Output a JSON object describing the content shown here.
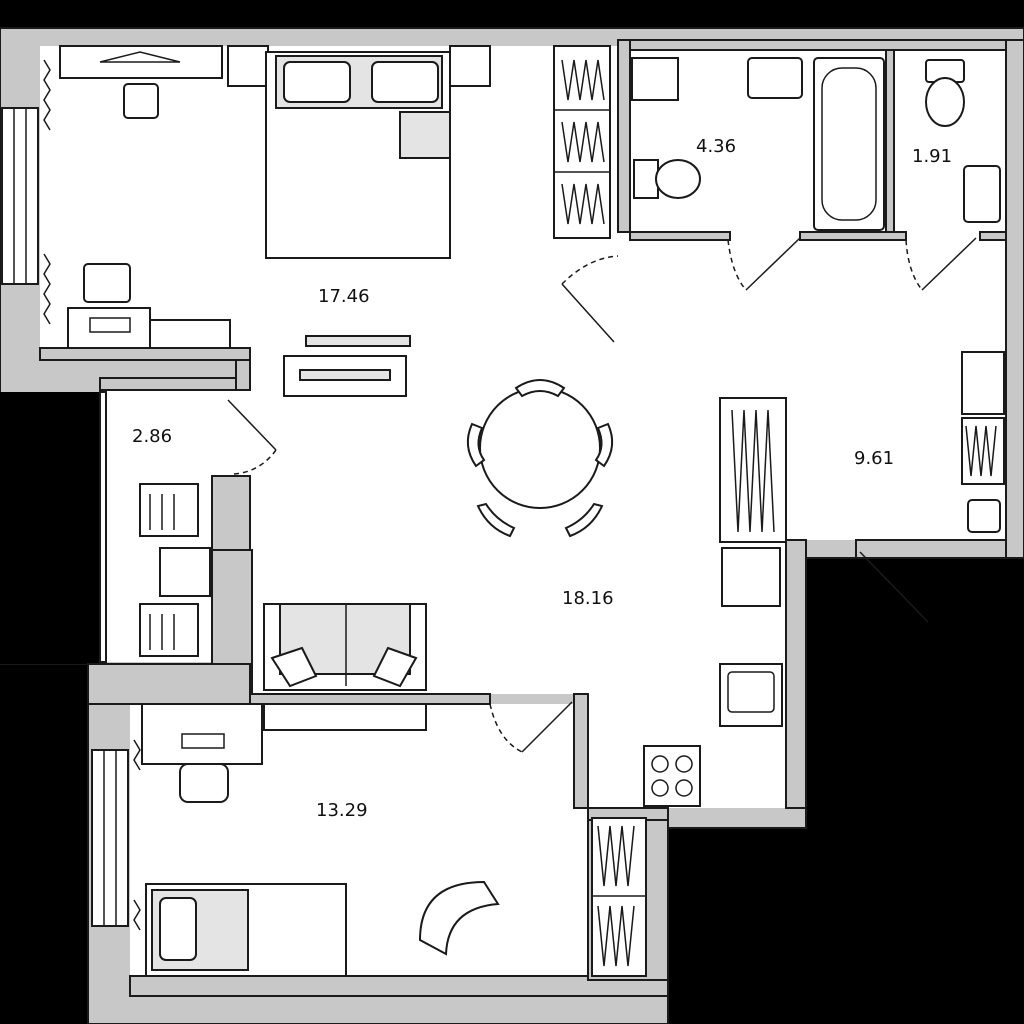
{
  "plan": {
    "rooms": [
      {
        "id": "bedroom-large",
        "area": "17.46"
      },
      {
        "id": "bathroom",
        "area": "4.36"
      },
      {
        "id": "toilet",
        "area": "1.91"
      },
      {
        "id": "balcony",
        "area": "2.86"
      },
      {
        "id": "hallway",
        "area": "9.61"
      },
      {
        "id": "living-kitchen",
        "area": "18.16"
      },
      {
        "id": "bedroom-small",
        "area": "13.29"
      }
    ]
  },
  "colors": {
    "background": "#000000",
    "wall": "#c8c8c8",
    "floor": "#ffffff",
    "furniture_fill": "#e4e4e4",
    "line": "#1a1a1a"
  }
}
